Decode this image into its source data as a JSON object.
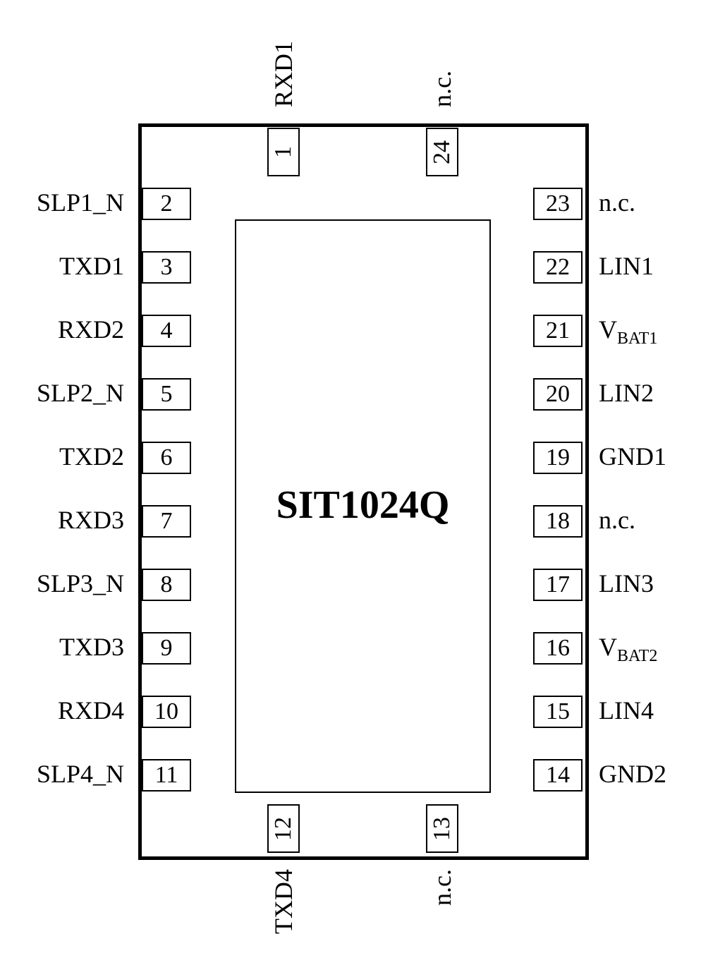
{
  "chip": {
    "name": "SIT1024Q"
  },
  "pins": {
    "top": [
      {
        "number": "1",
        "label": "RXD1",
        "sub": ""
      },
      {
        "number": "24",
        "label": "n.c.",
        "sub": ""
      }
    ],
    "left": [
      {
        "number": "2",
        "label": "SLP1_N",
        "sub": ""
      },
      {
        "number": "3",
        "label": "TXD1",
        "sub": ""
      },
      {
        "number": "4",
        "label": "RXD2",
        "sub": ""
      },
      {
        "number": "5",
        "label": "SLP2_N",
        "sub": ""
      },
      {
        "number": "6",
        "label": "TXD2",
        "sub": ""
      },
      {
        "number": "7",
        "label": "RXD3",
        "sub": ""
      },
      {
        "number": "8",
        "label": "SLP3_N",
        "sub": ""
      },
      {
        "number": "9",
        "label": "TXD3",
        "sub": ""
      },
      {
        "number": "10",
        "label": "RXD4",
        "sub": ""
      },
      {
        "number": "11",
        "label": "SLP4_N",
        "sub": ""
      }
    ],
    "right": [
      {
        "number": "23",
        "label": "n.c.",
        "sub": ""
      },
      {
        "number": "22",
        "label": "LIN1",
        "sub": ""
      },
      {
        "number": "21",
        "label": "V",
        "sub": "BAT1"
      },
      {
        "number": "20",
        "label": "LIN2",
        "sub": ""
      },
      {
        "number": "19",
        "label": "GND1",
        "sub": ""
      },
      {
        "number": "18",
        "label": "n.c.",
        "sub": ""
      },
      {
        "number": "17",
        "label": "LIN3",
        "sub": ""
      },
      {
        "number": "16",
        "label": "V",
        "sub": "BAT2"
      },
      {
        "number": "15",
        "label": "LIN4",
        "sub": ""
      },
      {
        "number": "14",
        "label": "GND2",
        "sub": ""
      }
    ],
    "bottom": [
      {
        "number": "12",
        "label": "TXD4",
        "sub": ""
      },
      {
        "number": "13",
        "label": "n.c.",
        "sub": ""
      }
    ]
  }
}
